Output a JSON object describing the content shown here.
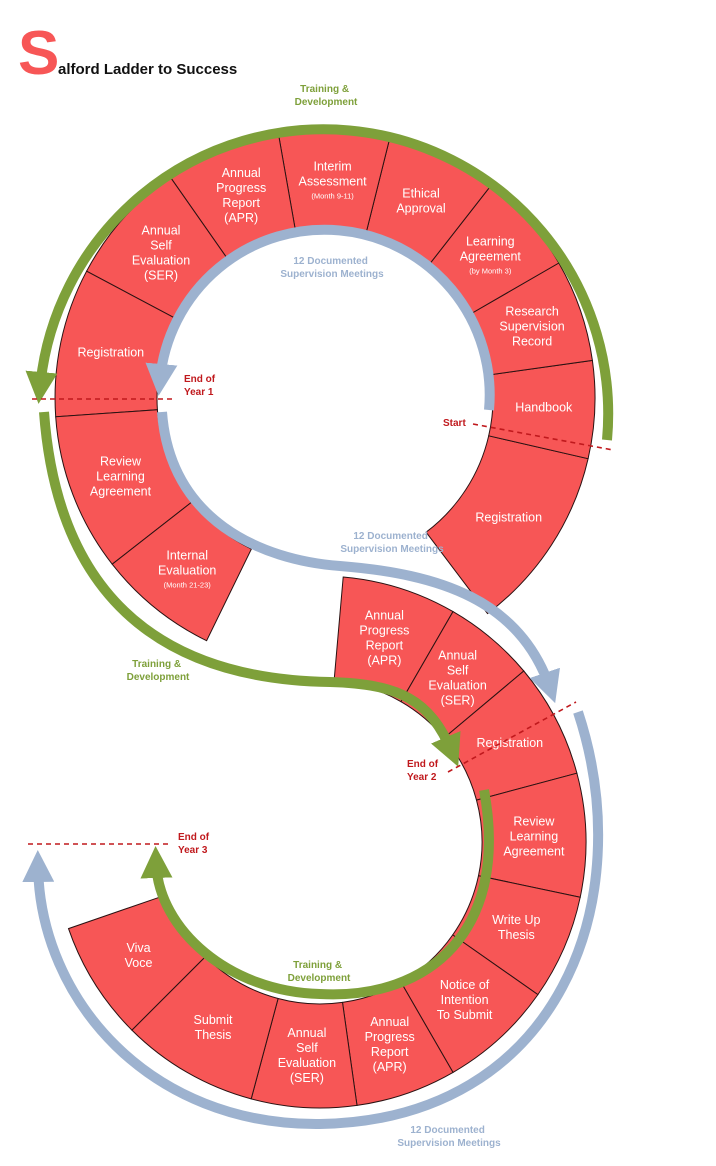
{
  "title": {
    "initial": "S",
    "rest": "alford Ladder to Success"
  },
  "colors": {
    "segment": "#f75656",
    "training": "#7ea03a",
    "supervision": "#9db2cf",
    "marker": "#c0191d"
  },
  "segments": [
    {
      "lines": [
        "Registration"
      ]
    },
    {
      "lines": [
        "Handbook"
      ]
    },
    {
      "lines": [
        "Research",
        "Supervision",
        "Record"
      ]
    },
    {
      "lines": [
        "Learning",
        "Agreement"
      ],
      "sub": "(by Month 3)"
    },
    {
      "lines": [
        "Ethical",
        "Approval"
      ]
    },
    {
      "lines": [
        "Interim",
        "Assessment"
      ],
      "sub": "(Month 9-11)"
    },
    {
      "lines": [
        "Annual",
        "Progress",
        "Report",
        "(APR)"
      ]
    },
    {
      "lines": [
        "Annual",
        "Self",
        "Evaluation",
        "(SER)"
      ]
    },
    {
      "lines": [
        "Registration"
      ]
    },
    {
      "lines": [
        "Review",
        "Learning",
        "Agreement"
      ]
    },
    {
      "lines": [
        "Internal",
        "Evaluation"
      ],
      "sub": "(Month 21-23)"
    },
    {
      "lines": [
        "Annual",
        "Progress",
        "Report",
        "(APR)"
      ]
    },
    {
      "lines": [
        "Annual",
        "Self",
        "Evaluation",
        "(SER)"
      ]
    },
    {
      "lines": [
        "Registration"
      ]
    },
    {
      "lines": [
        "Review",
        "Learning",
        "Agreement"
      ]
    },
    {
      "lines": [
        "Write Up",
        "Thesis"
      ]
    },
    {
      "lines": [
        "Notice of",
        "Intention",
        "To Submit"
      ]
    },
    {
      "lines": [
        "Annual",
        "Progress",
        "Report",
        "(APR)"
      ]
    },
    {
      "lines": [
        "Annual",
        "Self",
        "Evaluation",
        "(SER)"
      ]
    },
    {
      "lines": [
        "Submit",
        "Thesis"
      ]
    },
    {
      "lines": [
        "Viva",
        "Voce"
      ]
    }
  ],
  "training_labels": [
    {
      "line1": "Training &",
      "line2": "Development"
    },
    {
      "line1": "Training &",
      "line2": "Development"
    },
    {
      "line1": "Training &",
      "line2": "Development"
    }
  ],
  "supervision_labels": [
    {
      "line1": "12 Documented",
      "line2": "Supervision Meetings"
    },
    {
      "line1": "12 Documented",
      "line2": "Supervision Meetings"
    },
    {
      "line1": "12 Documented",
      "line2": "Supervision Meetings"
    }
  ],
  "markers": {
    "start": "Start",
    "end_year_1": {
      "line1": "End of",
      "line2": "Year 1"
    },
    "end_year_2": {
      "line1": "End of",
      "line2": "Year 2"
    },
    "end_year_3": {
      "line1": "End of",
      "line2": "Year 3"
    }
  }
}
